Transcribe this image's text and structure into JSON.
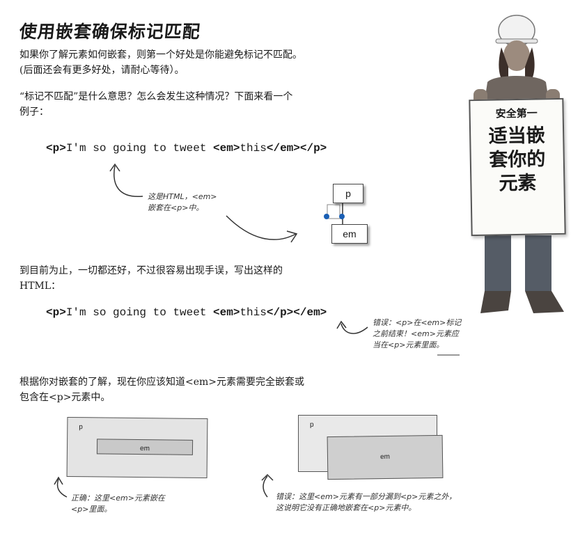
{
  "title": "使用嵌套确保标记匹配",
  "intro": {
    "line1": "如果你了解元素如何嵌套，则第一个好处是你能避免标记不匹配。",
    "line2": "(后面还会有更多好处，请耐心等待）。"
  },
  "question": {
    "line1": "“标记不匹配”是什么意思？怎么会发生这种情况？下面来看一个",
    "line2": "例子："
  },
  "code1": {
    "p_open": "<p>",
    "text": "I'm so going to tweet ",
    "em_open": "<em>",
    "word": "this",
    "em_close": "</em>",
    "p_close": "</p>"
  },
  "note1": {
    "line1": "这是HTML，<em>",
    "line2": "嵌套在<p>中。"
  },
  "tree": {
    "parent": "p",
    "child": "em"
  },
  "middle": {
    "line1": "到目前为止，一切都还好，不过很容易出现手误，写出这样的",
    "line2": "HTML："
  },
  "code2": {
    "p_open": "<p>",
    "text": "I'm so going to tweet ",
    "em_open": "<em>",
    "word": "this",
    "p_close": "</p>",
    "em_close": "</em>"
  },
  "note2": {
    "line1": "错误：<p>在<em>标记",
    "line2": "之前结束！<em>元素应",
    "line3": "当在<p>元素里面。"
  },
  "conclusion": {
    "line1": "根据你对嵌套的了解，现在你应该知道<em>元素需要完全嵌套或",
    "line2": "包含在<p>元素中。"
  },
  "diagram_good": {
    "outer": "p",
    "inner": "em",
    "caption_line1": "正确：这里<em>元素嵌在",
    "caption_line2": "<p>里面。"
  },
  "diagram_bad": {
    "outer": "p",
    "inner": "em",
    "caption_line1": "错误：这里<em>元素有一部分漏到<p>元素之外，",
    "caption_line2": "这说明它没有正确地嵌套在<p>元素中。"
  },
  "sign": {
    "small": "安全第一",
    "big_line1": "适当嵌",
    "big_line2": "套你的",
    "big_line3": "元素"
  },
  "colors": {
    "rect_outer": "#e4e4e4",
    "rect_inner": "#c9c9c9",
    "dot": "#1a5fb4",
    "helmet": "#f2f2f2"
  }
}
